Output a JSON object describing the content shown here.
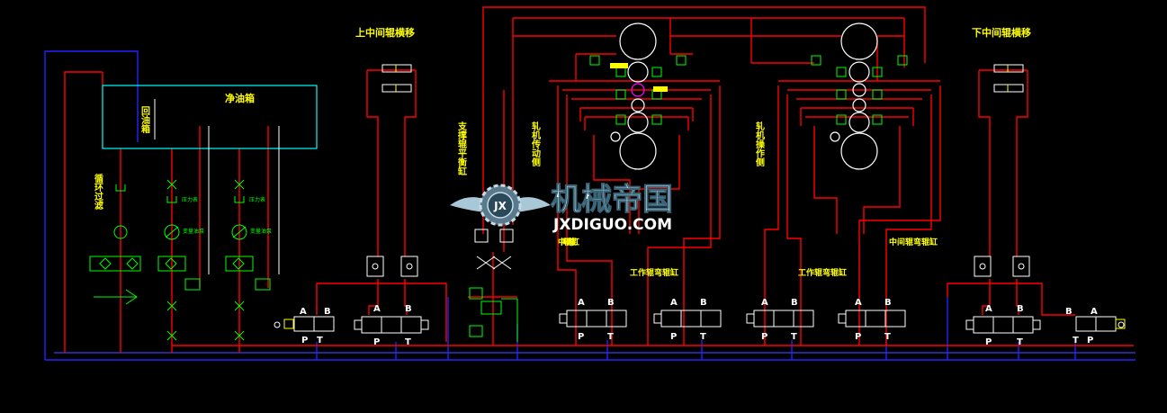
{
  "colors": {
    "background": "#000000",
    "pressure_line": "#ff0000",
    "return_line": "#0000ff",
    "tank": "#00ffff",
    "label_text": "#ffff00",
    "port_text": "#ffffff",
    "component": "#00ff00"
  },
  "labels": {
    "upper_shift": "上中间辊横移",
    "lower_shift": "下中间辊横移",
    "clean_tank": "净油箱",
    "return_tank": "回油箱",
    "circ_filter": "循环过滤",
    "support_balance": "支撑辊平衡缸",
    "drive_side": "轧机传动侧",
    "operate_side": "轧机操作侧",
    "mid_bend_left": "中间辊弯辊缸",
    "work_bend_left": "工作辊弯辊缸",
    "work_bend_right": "工作辊弯辊缸",
    "mid_bend_right": "中间辊弯辊缸",
    "pressure_gauge_1": "压力表",
    "pressure_gauge_2": "压力表",
    "pump_1": "变量油泵",
    "pump_2": "变量油泵"
  },
  "ports": {
    "a": "A",
    "b": "B",
    "p": "P",
    "t": "T"
  },
  "logo": {
    "cn": "机械帝国",
    "en": "JXDIGUO.COM",
    "badge": "JX"
  },
  "icons": {
    "valve": "solenoid-valve-icon",
    "pump": "pump-icon",
    "filter": "filter-icon",
    "cylinder": "cylinder-icon",
    "roll": "roll-icon",
    "gear_logo": "gear-logo-icon"
  }
}
